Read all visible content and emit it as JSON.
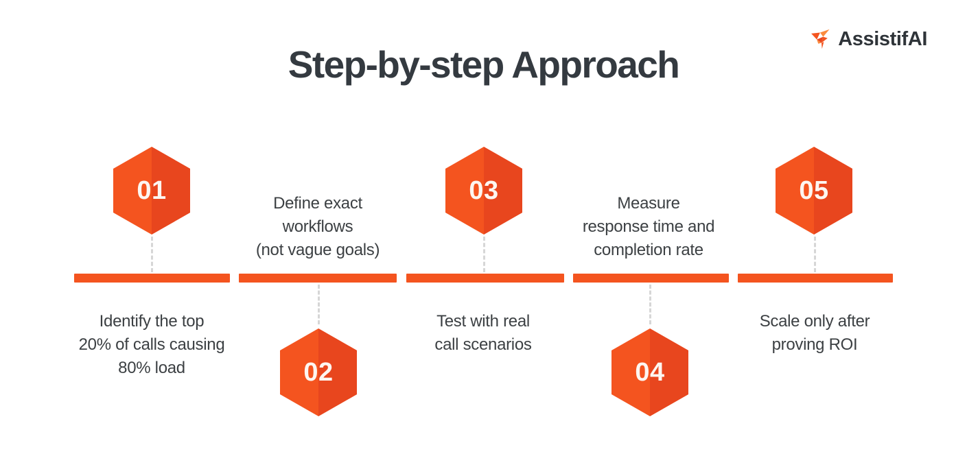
{
  "brand": {
    "logo_icon": "origami-bird-icon",
    "name": "AssistifAI",
    "accent_color": "#f4541f",
    "accent_color_dark": "#e8461e",
    "text_color": "#343a40"
  },
  "header": {
    "title": "Step-by-step Approach"
  },
  "timeline": {
    "bar_color": "#f4541f",
    "connector_color": "#d6d6d6",
    "steps": [
      {
        "number": "01",
        "position": "above",
        "caption_position": "below",
        "caption_lines": [
          "Identify the top",
          "20% of calls causing",
          "80% load"
        ]
      },
      {
        "number": "02",
        "position": "below",
        "caption_position": "above",
        "caption_lines": [
          "Define exact",
          "workflows",
          "(not vague goals)"
        ]
      },
      {
        "number": "03",
        "position": "above",
        "caption_position": "below",
        "caption_lines": [
          "Test with real",
          "call scenarios"
        ]
      },
      {
        "number": "04",
        "position": "below",
        "caption_position": "above",
        "caption_lines": [
          "Measure",
          "response time and",
          "completion rate"
        ]
      },
      {
        "number": "05",
        "position": "above",
        "caption_position": "below",
        "caption_lines": [
          "Scale only after",
          "proving ROI"
        ]
      }
    ]
  }
}
